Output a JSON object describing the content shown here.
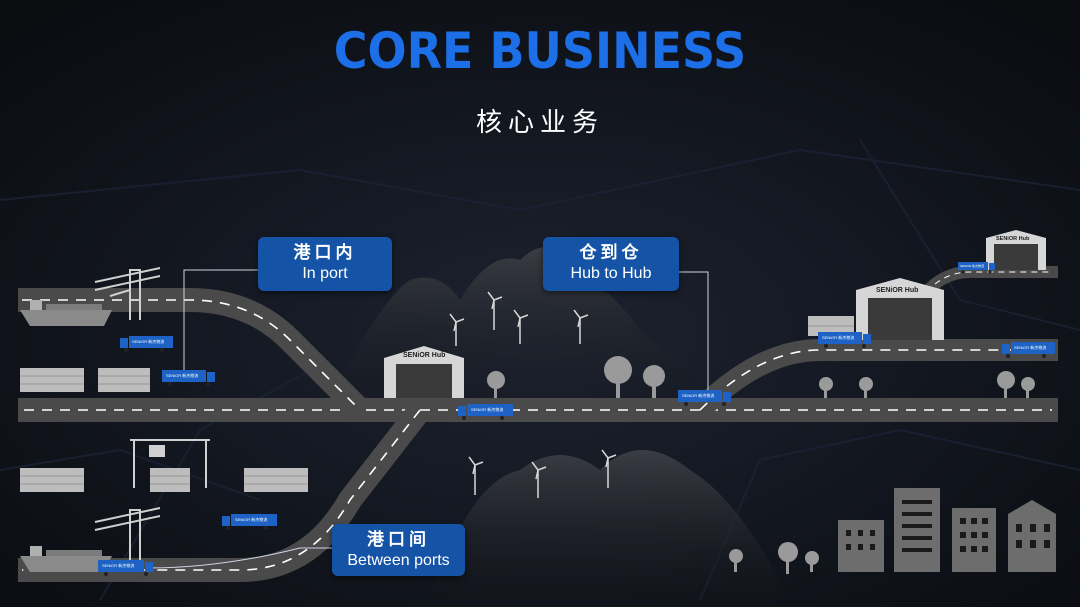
{
  "header": {
    "title": "CORE BUSINESS",
    "subtitle": "核心业务"
  },
  "tags": {
    "in_port": {
      "zh": "港口内",
      "en": "In port"
    },
    "hub_to_hub": {
      "zh": "仓到仓",
      "en": "Hub to Hub"
    },
    "between_ports": {
      "zh": "港口间",
      "en": "Between ports"
    }
  },
  "hubs": {
    "center_label": "SENiOR Hub",
    "right_label": "SENiOR Hub",
    "far_right_label": "SENiOR Hub"
  },
  "truck_label": "SENiOR 新杰物流",
  "colors": {
    "accent": "#1c6fe6",
    "tag_bg": "#1453a6",
    "road": "#4a4a4a",
    "road_dash": "#ffffff",
    "background": "#0d0f13"
  }
}
